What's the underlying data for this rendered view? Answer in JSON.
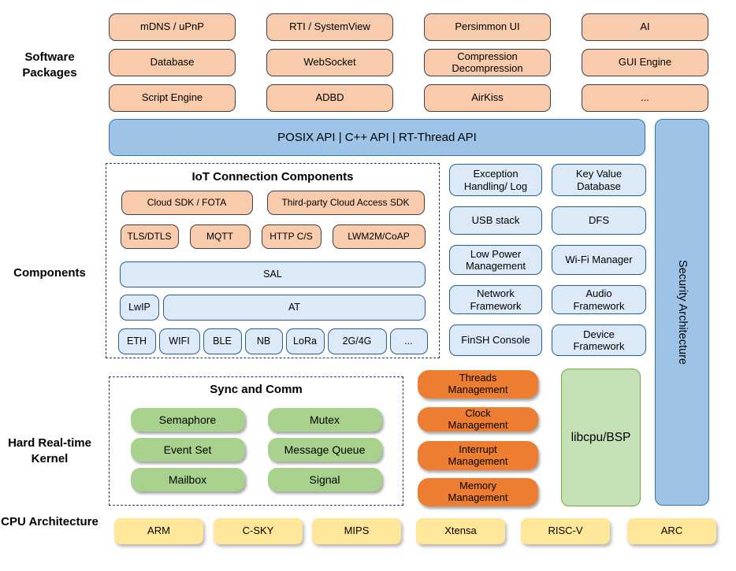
{
  "colors": {
    "package_fill": "#F8CBAD",
    "api_fill": "#9DC3E6",
    "api_border": "#2E74B5",
    "component_fill": "#DCE9F6",
    "kernel_sync_fill": "#A9D18E",
    "kernel_mgmt_fill": "#ED7D31",
    "libcpu_fill": "#C5E0B4",
    "cpu_fill": "#FFE699",
    "dashed_border": "#1F3864"
  },
  "left_labels": {
    "software": "Software Packages",
    "components": "Components",
    "kernel": "Hard Real-time Kernel",
    "cpu": "CPU Architecture"
  },
  "software_packages": {
    "rows": [
      [
        "mDNS / uPnP",
        "RTI / SystemView",
        "Persimmon UI",
        "AI"
      ],
      [
        "Database",
        "WebSocket",
        "Compression Decompression",
        "GUI Engine"
      ],
      [
        "Script Engine",
        "ADBD",
        "AirKiss",
        "..."
      ]
    ]
  },
  "api_bar": "POSIX API | C++ API | RT-Thread API",
  "security_bar": "Security Architecture",
  "iot": {
    "title": "IoT Connection Components",
    "cloud_row": [
      "Cloud SDK / FOTA",
      "Third-party Cloud Access SDK"
    ],
    "protocol_row": [
      "TLS/DTLS",
      "MQTT",
      "HTTP C/S",
      "LWM2M/CoAP"
    ],
    "sal": "SAL",
    "lwip": "LwIP",
    "at": "AT",
    "link_row": [
      "ETH",
      "WIFI",
      "BLE",
      "NB",
      "LoRa",
      "2G/4G",
      "..."
    ]
  },
  "component_grid": [
    [
      "Exception Handling/ Log",
      "Key Value Database"
    ],
    [
      "USB stack",
      "DFS"
    ],
    [
      "Low Power Management",
      "Wi-Fi Manager"
    ],
    [
      "Network Framework",
      "Audio Framework"
    ],
    [
      "FinSH Console",
      "Device Framework"
    ]
  ],
  "kernel": {
    "sync_title": "Sync and Comm",
    "sync_items": [
      "Semaphore",
      "Mutex",
      "Event Set",
      "Message Queue",
      "Mailbox",
      "Signal"
    ],
    "management": [
      "Threads Management",
      "Clock Management",
      "Interrupt Management",
      "Memory Management"
    ],
    "libcpu": "libcpu/BSP"
  },
  "cpu_row": [
    "ARM",
    "C-SKY",
    "MIPS",
    "Xtensa",
    "RISC-V",
    "ARC"
  ]
}
